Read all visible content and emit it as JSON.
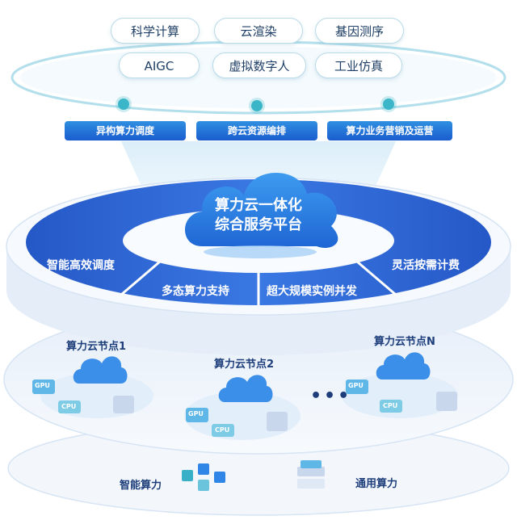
{
  "applications": {
    "row1": [
      "科学计算",
      "云渲染",
      "基因测序"
    ],
    "row2": [
      "AIGC",
      "虚拟数字人",
      "工业仿真"
    ]
  },
  "capabilities": [
    "异构算力调度",
    "跨云资源编排",
    "算力业务营销及运营"
  ],
  "platform": {
    "title_line1": "算力云一体化",
    "title_line2": "综合服务平台"
  },
  "features": {
    "left": "智能高效调度",
    "center_left": "多态算力支持",
    "center_right": "超大规模实例并发",
    "right": "灵活按需计费"
  },
  "nodes": {
    "node1": "算力云节点1",
    "node2": "算力云节点2",
    "nodeN": "算力云节点N",
    "ellipsis": "•••"
  },
  "chips": {
    "gpu": "GPU",
    "cpu": "CPU"
  },
  "resources": {
    "intelligent": "智能算力",
    "general": "通用算力"
  },
  "colors": {
    "ring_dark": "#1d4fb8",
    "ring_light": "#3b7ae0",
    "cloud": "#2f86e6",
    "accent": "#3bb6c8"
  }
}
